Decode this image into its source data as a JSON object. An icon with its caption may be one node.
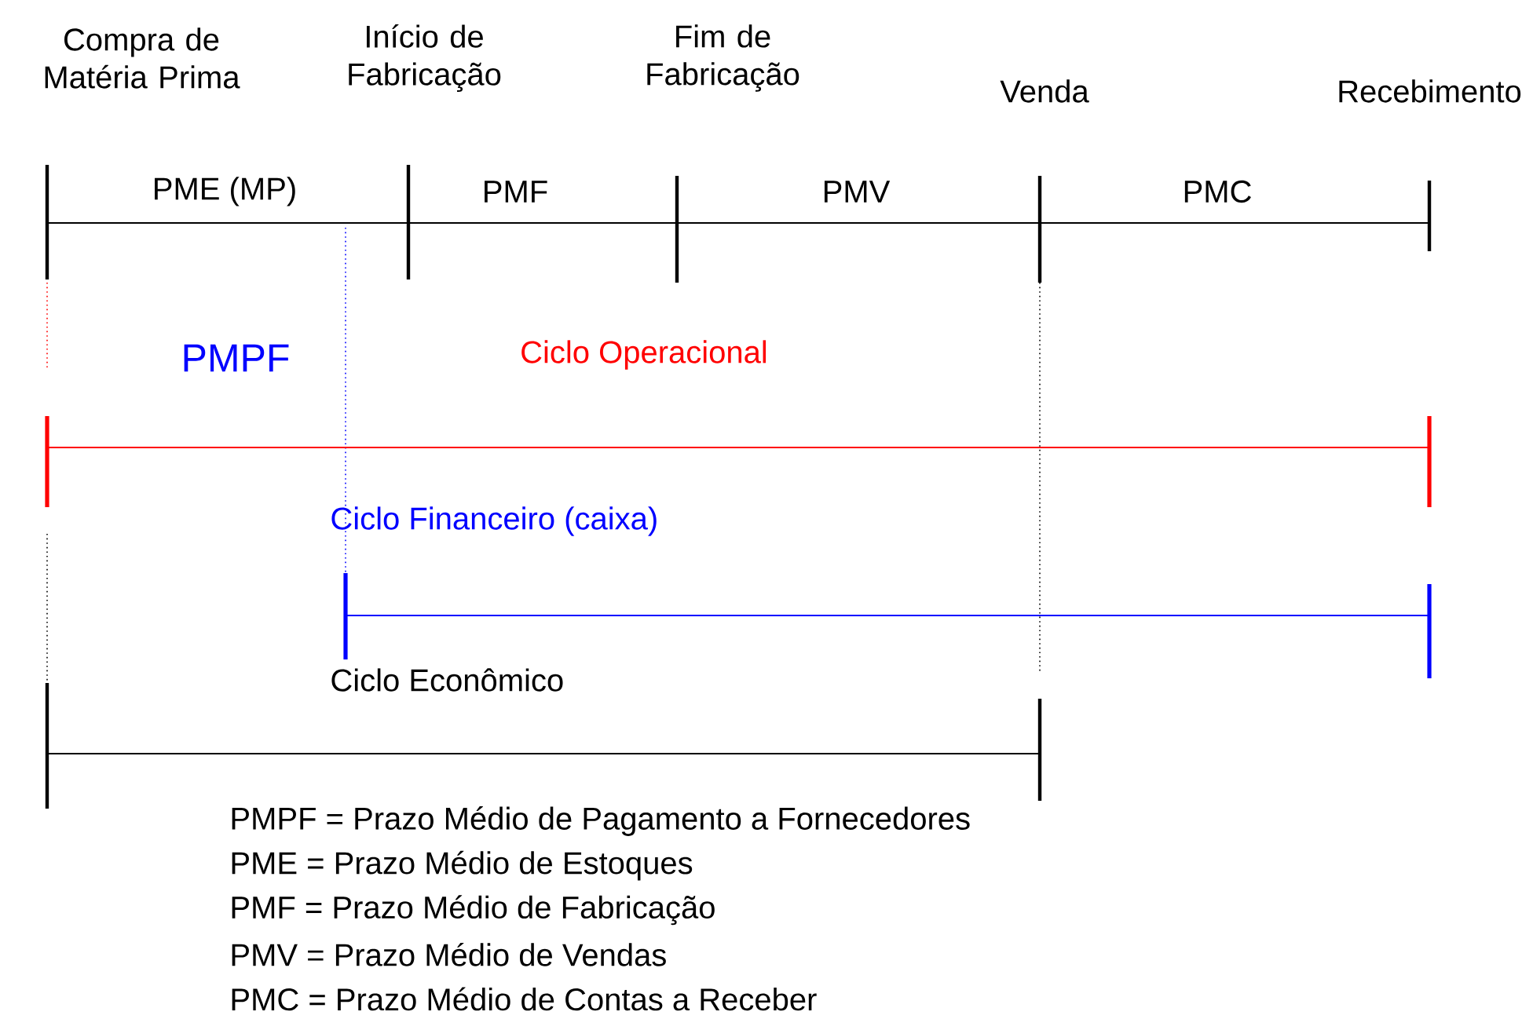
{
  "diagram": {
    "labels": [
      "Compra de Matéria Prima",
      "Início de Fabricação",
      "Fim de Fabricação",
      "Venda",
      "Recebimento",
      "PME (MP)",
      "PMF",
      "PMV",
      "PMC",
      "PMPF",
      "Ciclo Operacional",
      "Ciclo Financeiro (caixa)",
      "Ciclo Econômico",
      "PMPF = Prazo Médio de Pagamento a Fornecedores",
      "PME = Prazo Médio de Estoques",
      "PMF = Prazo Médio de Fabricação",
      "PMV = Prazo Médio de Vendas",
      "PMC = Prazo Médio de Contas a Receber"
    ]
  }
}
